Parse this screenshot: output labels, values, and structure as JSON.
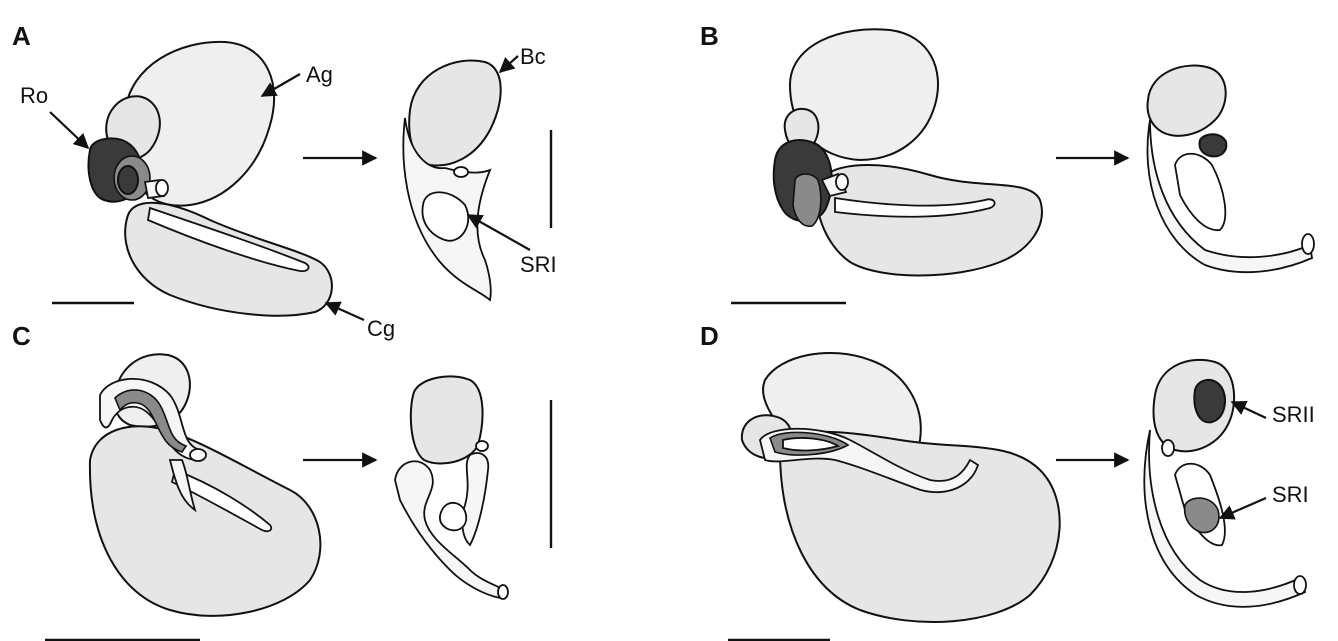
{
  "panels": {
    "a": {
      "letter": "A",
      "labels": {
        "ag": "Ag",
        "ro": "Ro",
        "bc": "Bc",
        "sri": "SRI",
        "cg": "Cg"
      }
    },
    "b": {
      "letter": "B"
    },
    "c": {
      "letter": "C"
    },
    "d": {
      "letter": "D",
      "labels": {
        "srii": "SRII",
        "sri": "SRI"
      }
    }
  }
}
